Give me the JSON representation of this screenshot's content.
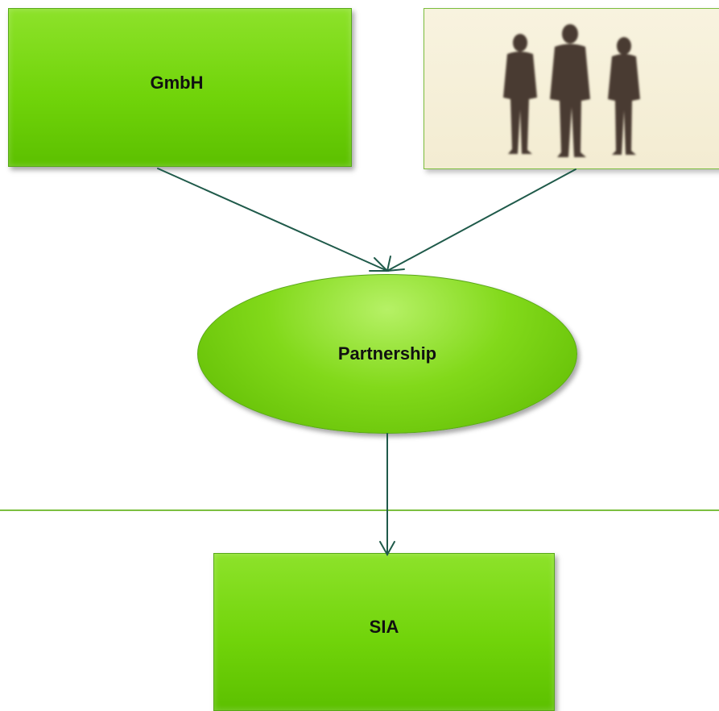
{
  "diagram": {
    "nodes": {
      "gmbh": {
        "label": "GmbH"
      },
      "partnership": {
        "label": "Partnership"
      },
      "sia": {
        "label": "SIA"
      },
      "people": {
        "label": ""
      }
    },
    "edges": [
      {
        "from": "gmbh",
        "to": "partnership"
      },
      {
        "from": "people",
        "to": "partnership"
      },
      {
        "from": "partnership",
        "to": "sia"
      }
    ]
  },
  "colors": {
    "box_fill": "#71d40a",
    "box_border": "#58a818",
    "arrow": "#1f5a4a",
    "divider": "#7cbf40",
    "people_bg": "#f5eed6",
    "silhouette": "#4a3a30"
  },
  "icons": {
    "people": "three-businessmen-silhouette-icon"
  }
}
